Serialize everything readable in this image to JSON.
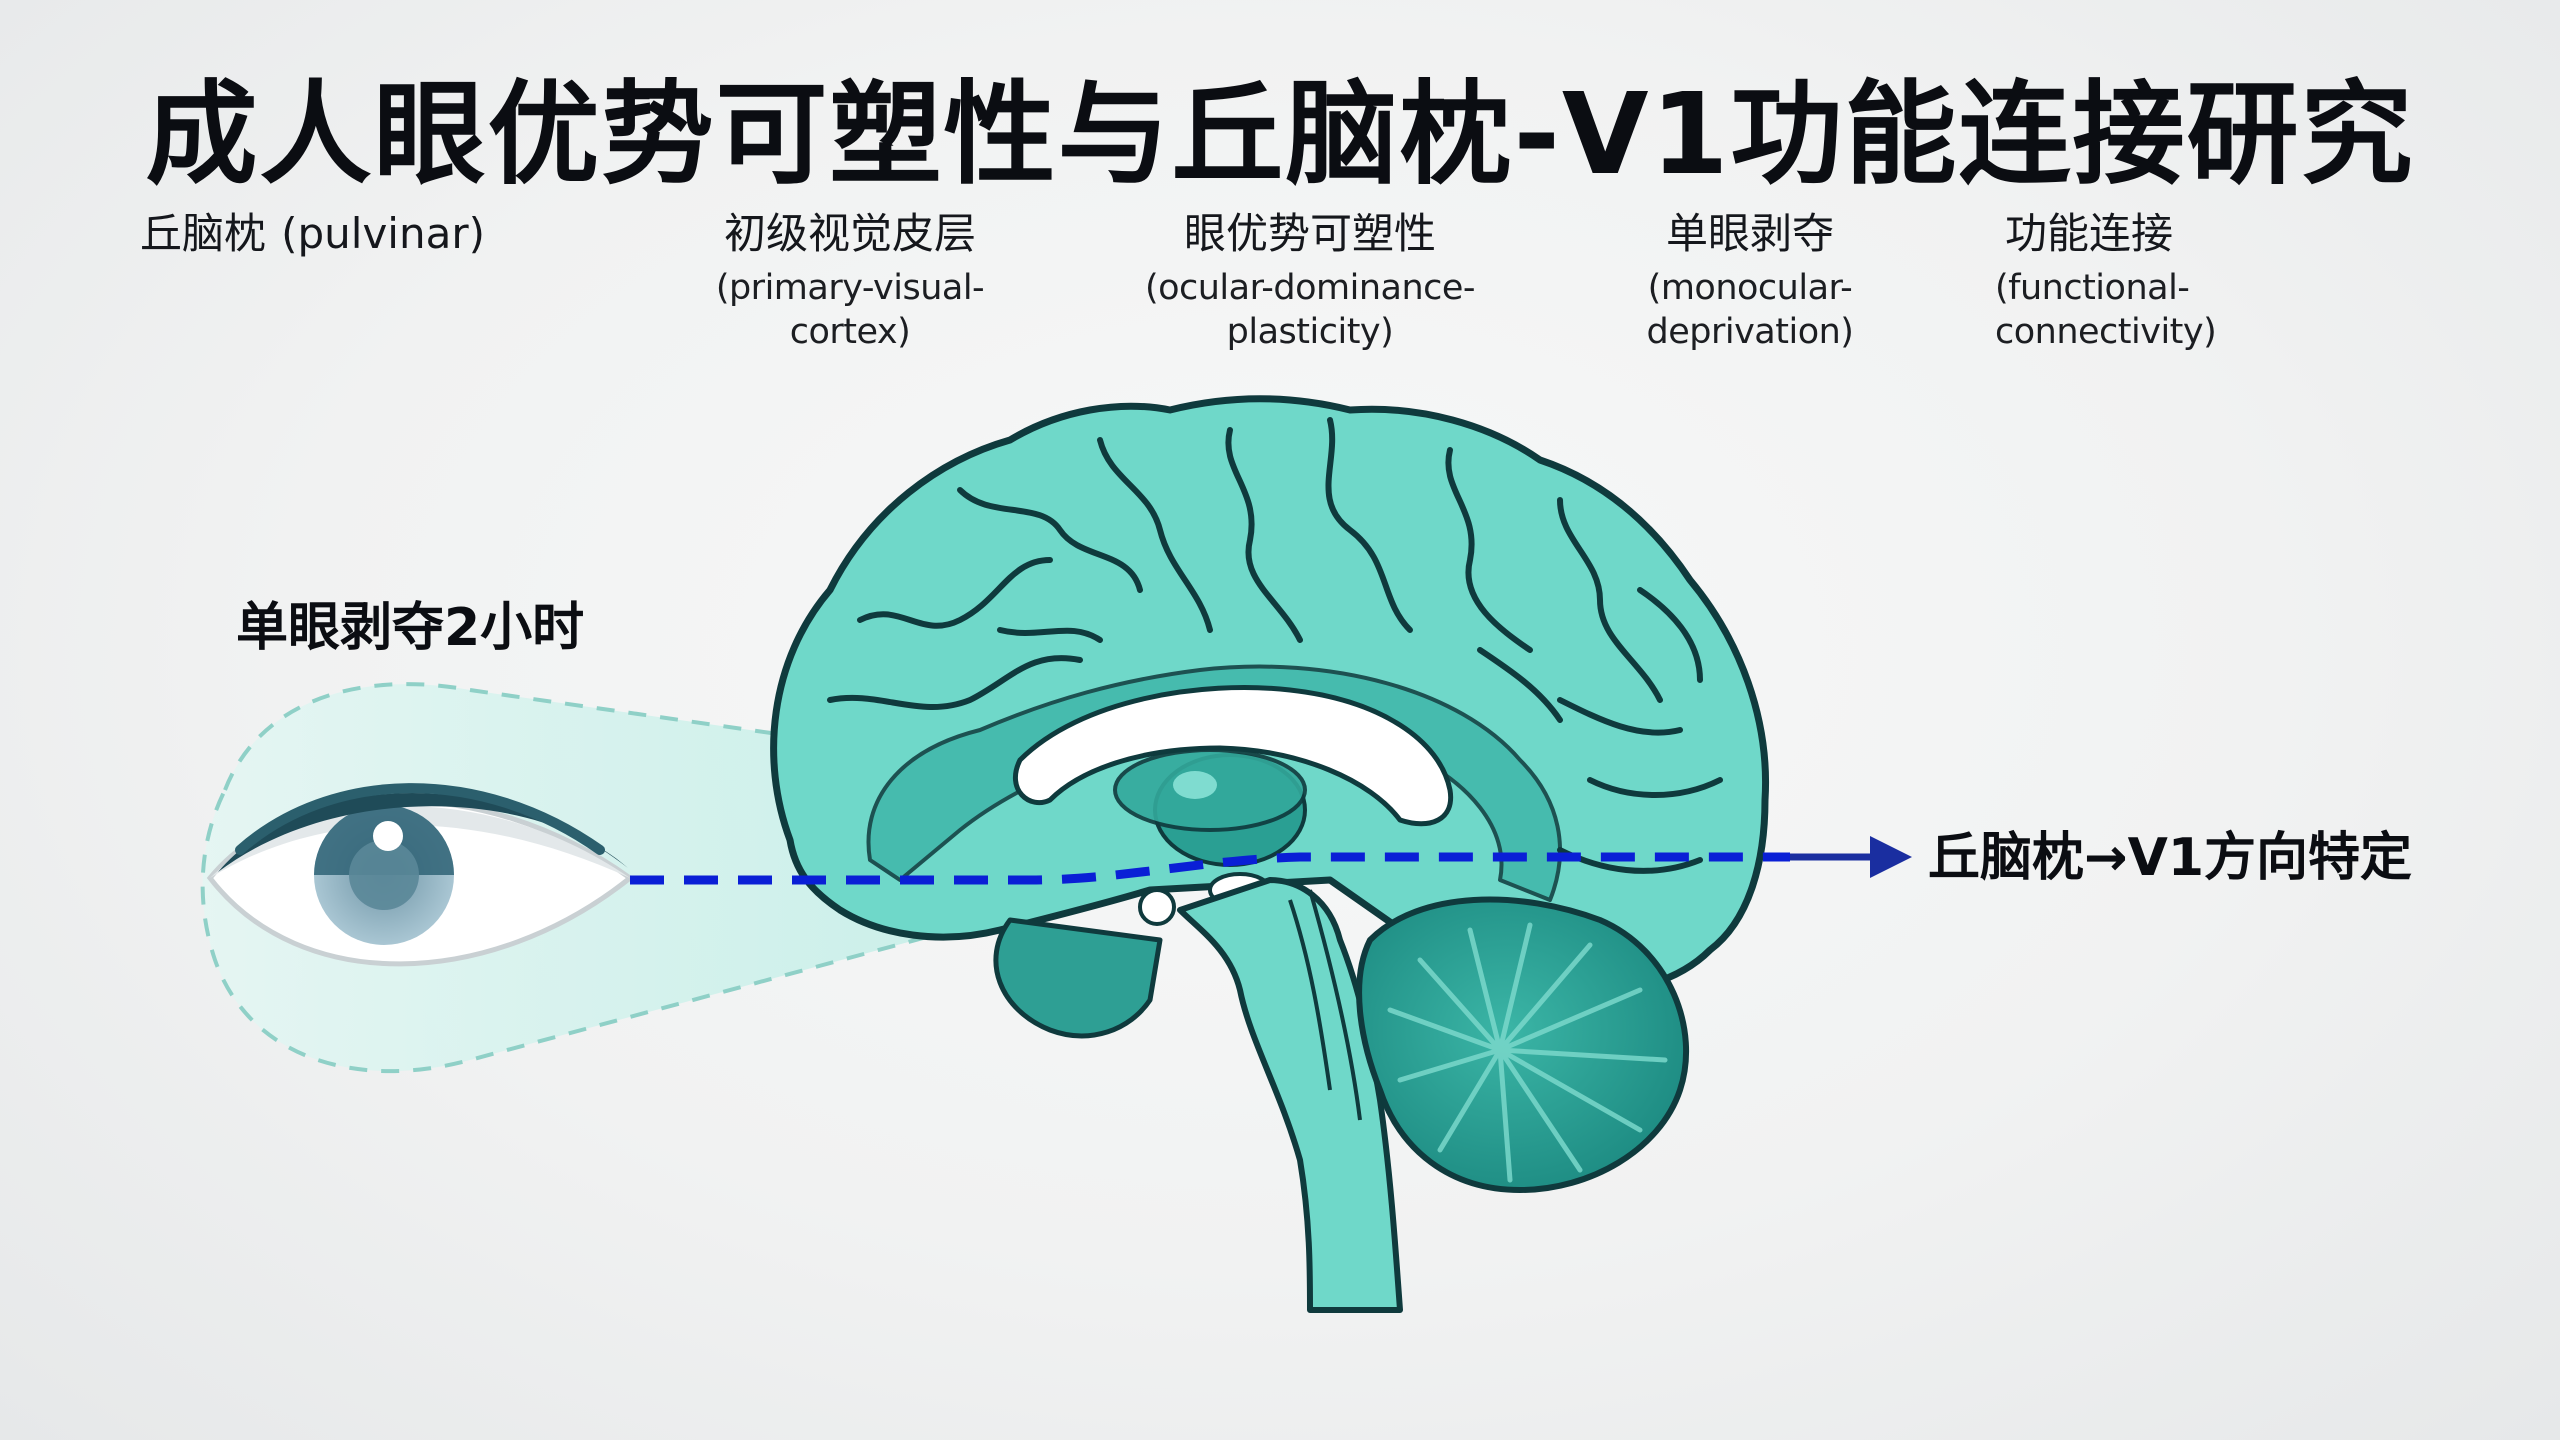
{
  "title": "成人眼优势可塑性与丘脑枕-V1功能连接研究",
  "keywords": [
    {
      "zh": "丘脑枕",
      "en": "(pulvinar)"
    },
    {
      "zh": "初级视觉皮层",
      "en": "(primary-visual-cortex)"
    },
    {
      "zh": "眼优势可塑性",
      "en": "(ocular-dominance-plasticity)"
    },
    {
      "zh": "单眼剥夺",
      "en": "(monocular-deprivation)"
    },
    {
      "zh": "功能连接",
      "en": "(functional-connectivity)"
    }
  ],
  "diagram": {
    "eye_label": "单眼剥夺2小时",
    "pathway_label": "丘脑枕→V1方向特定",
    "icons": [
      "eye-icon",
      "brain-sagittal-icon",
      "arrow-right-icon"
    ],
    "colors": {
      "brain_fill": "#6fd8c9",
      "brain_dark": "#2aa79b",
      "outline": "#0f3a3d",
      "dashed_line": "#0a1fd6",
      "arrow": "#1a2ea0",
      "eye_iris": "#8fb3c4",
      "eye_pupil": "#4f7a8c",
      "cone_fill": "#c9f1ea"
    }
  }
}
